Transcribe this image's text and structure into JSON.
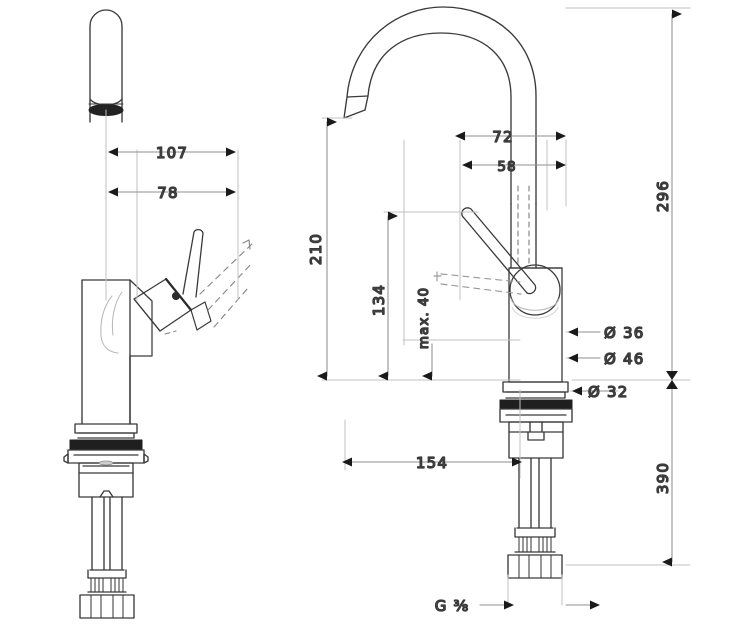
{
  "document": {
    "type": "technical-dimension-drawing",
    "subject": "single-lever basin mixer tap",
    "views": [
      "front-view",
      "side-view"
    ],
    "unit": "mm",
    "background_color": "#ffffff",
    "line_color": "#3a3a3a",
    "dimension_color": "#6e6e6e",
    "accent_dark": "#1a1a1a"
  },
  "dimensions": {
    "spout_reach_total": "107",
    "spout_reach_inner": "78",
    "spout_projection_outer": "72",
    "spout_projection_inner": "58",
    "spout_height": "210",
    "handle_height": "134",
    "max_deck_thickness": "max. 40",
    "body_diameter_36": "Ø 36",
    "body_diameter_46": "Ø 46",
    "shank_diameter_32": "Ø 32",
    "overall_height_upper": "296",
    "overall_height_lower": "390",
    "hose_length": "154",
    "thread_size": "G ⅜"
  },
  "labels": [
    {
      "id": "d-107",
      "text": "107",
      "view": "front-view"
    },
    {
      "id": "d-78",
      "text": "78",
      "view": "front-view"
    },
    {
      "id": "d-72",
      "text": "72",
      "view": "side-view"
    },
    {
      "id": "d-58",
      "text": "58",
      "view": "side-view"
    },
    {
      "id": "d-210",
      "text": "210",
      "view": "side-view",
      "orientation": "vertical"
    },
    {
      "id": "d-134",
      "text": "134",
      "view": "side-view",
      "orientation": "vertical"
    },
    {
      "id": "d-max40",
      "text": "max. 40",
      "view": "side-view",
      "orientation": "vertical"
    },
    {
      "id": "d-36",
      "text": "Ø 36",
      "view": "side-view"
    },
    {
      "id": "d-46",
      "text": "Ø 46",
      "view": "side-view"
    },
    {
      "id": "d-32",
      "text": "Ø 32",
      "view": "side-view"
    },
    {
      "id": "d-296",
      "text": "296",
      "view": "side-view",
      "orientation": "vertical"
    },
    {
      "id": "d-390",
      "text": "390",
      "view": "side-view",
      "orientation": "vertical"
    },
    {
      "id": "d-154",
      "text": "154",
      "view": "side-view"
    },
    {
      "id": "d-g38",
      "text": "G ⅜",
      "view": "side-view"
    }
  ]
}
